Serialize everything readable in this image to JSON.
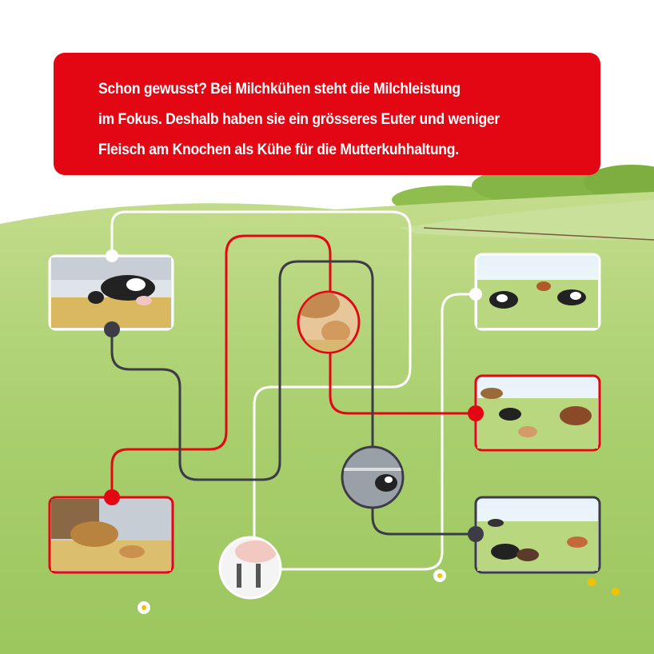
{
  "info": {
    "line1": "Schon gewusst? Bei Milchkühen steht die Milchleistung",
    "line2": "im Fokus. Deshalb haben sie ein grösseres Euter und weniger",
    "line3": "Fleisch am Knochen als Kühe für die Mutterkuhhaltung."
  },
  "colors": {
    "red": "#e30613",
    "dark": "#3c3c46",
    "white": "#ffffff",
    "grass": "#a9cf6e"
  }
}
